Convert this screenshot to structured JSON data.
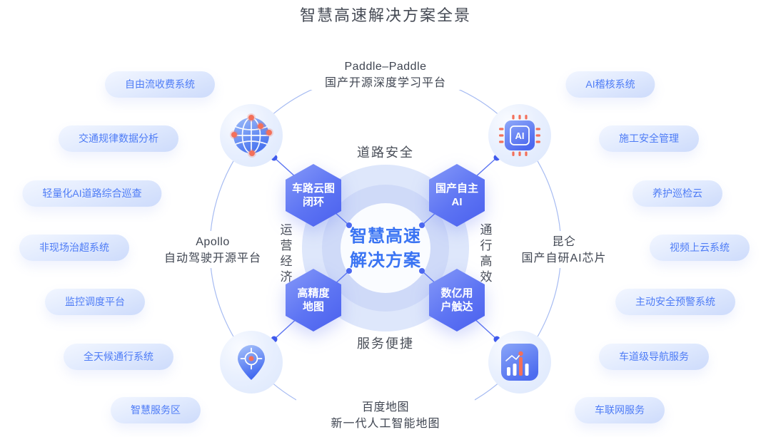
{
  "title": "智慧高速解决方案全景",
  "center": {
    "line1": "智慧高速",
    "line2": "解决方案"
  },
  "hexagons": [
    {
      "id": "top-left",
      "lines": [
        "车路云图",
        "闭环"
      ]
    },
    {
      "id": "top-right",
      "lines": [
        "国产自主",
        "AI"
      ]
    },
    {
      "id": "bottom-left",
      "lines": [
        "高精度",
        "地图"
      ]
    },
    {
      "id": "bottom-right",
      "lines": [
        "数亿用",
        "户触达"
      ]
    }
  ],
  "ring_labels": {
    "top": "道路安全",
    "bottom": "服务便捷",
    "left": "运营经济",
    "right": "通行高效"
  },
  "partners": {
    "top": {
      "line1": "Paddle–Paddle",
      "line2": "国产开源深度学习平台"
    },
    "left": {
      "line1": "Apollo",
      "line2": "自动驾驶开源平台"
    },
    "right": {
      "line1": "昆仑",
      "line2": "国产自研AI芯片"
    },
    "bottom": {
      "line1": "百度地图",
      "line2": "新一代人工智能地图"
    }
  },
  "left_pills": [
    "自由流收费系统",
    "交通规律数据分析",
    "轻量化AI道路综合巡查",
    "非现场治超系统",
    "监控调度平台",
    "全天候通行系统",
    "智慧服务区"
  ],
  "right_pills": [
    "AI稽核系统",
    "施工安全管理",
    "养护巡检云",
    "视频上云系统",
    "主动安全预警系统",
    "车道级导航服务",
    "车联网服务"
  ],
  "icons": [
    {
      "corner": "top-left",
      "name": "globe-network-icon"
    },
    {
      "corner": "top-right",
      "name": "ai-chip-icon"
    },
    {
      "corner": "bottom-left",
      "name": "map-pin-icon"
    },
    {
      "corner": "bottom-right",
      "name": "bar-chart-icon"
    }
  ],
  "colors": {
    "accent_blue": "#3a74f3",
    "pill_text": "#4e7cf6",
    "hexagon_gradient_start": "#8599f8",
    "hexagon_gradient_end": "#4a60ee",
    "orange": "#f3705a",
    "ring_stroke": "#a6bbf2",
    "title_gray": "#464b55"
  }
}
